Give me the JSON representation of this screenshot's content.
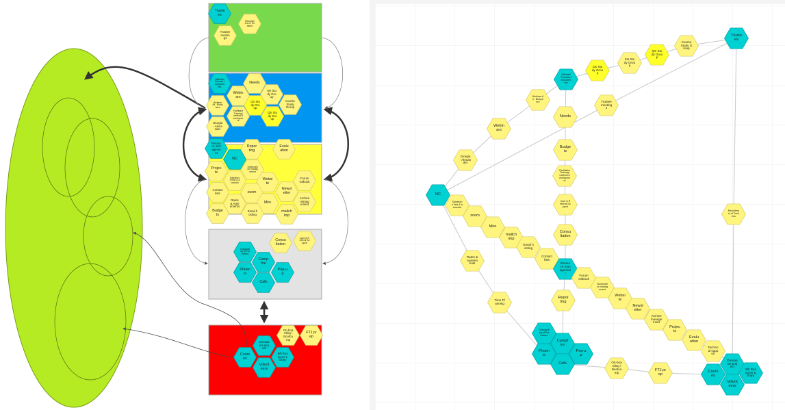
{
  "colors": {
    "teal": "#00d1d3",
    "yellow": "#fff57e",
    "bright": "#ffff2a",
    "green_zone": "#77d94b",
    "blue_zone": "#0095f0",
    "yellow_zone": "#ffff3c",
    "gray_zone": "#e3e3e3",
    "red_zone": "#ff0000",
    "ellipse": "#b5eb23"
  },
  "hexes": {
    "trustees": {
      "label": "Trustees",
      "color": "teal"
    },
    "recruit": {
      "label": "Recruitment of Trustees",
      "color": "yellow"
    },
    "tmeet": {
      "label": "Trustee meetings",
      "color": "yellow"
    },
    "webproc": {
      "label": "Website/ Process Improvement",
      "color": "teal"
    },
    "needs": {
      "label": "Needs",
      "color": "yellow"
    },
    "webinars": {
      "label": "Webinars",
      "color": "yellow"
    },
    "sh": {
      "label": "SH Study Group",
      "color": "yellow"
    },
    "weball": {
      "label": "Webinar All : Biosphere",
      "color": "yellow"
    },
    "ce": {
      "label": "CE Study Group",
      "color": "bright"
    },
    "course": {
      "label": "Course Study Group",
      "color": "yellow"
    },
    "facil": {
      "label": "Facilitator Training/ method development",
      "color": "yellow"
    },
    "qs": {
      "label": "QS Study Group",
      "color": "bright"
    },
    "giorgia": {
      "label": "Giorgia - Alexander",
      "color": "yellow"
    },
    "resmgmt": {
      "label": "Resource management",
      "color": "teal"
    },
    "reporting": {
      "label": "Reporting",
      "color": "yellow"
    },
    "evaluation": {
      "label": "Evaluation",
      "color": "yellow"
    },
    "nc": {
      "label": "NC",
      "color": "teal"
    },
    "subs": {
      "label": "Subscription management",
      "color": "yellow"
    },
    "projects": {
      "label": "Projects",
      "color": "yellow"
    },
    "sflists": {
      "label": "Salesforce lists & accounts",
      "color": "yellow"
    },
    "website": {
      "label": "Website",
      "color": "yellow"
    },
    "forum": {
      "label": "Forum Gitbook",
      "color": "yellow"
    },
    "contact": {
      "label": "Contact lists",
      "color": "yellow"
    },
    "zoom": {
      "label": "zoom",
      "color": "yellow"
    },
    "newsletter": {
      "label": "Newsletter",
      "color": "yellow"
    },
    "archive": {
      "label": "Archive management",
      "color": "yellow"
    },
    "rates": {
      "label": "Rates & Agreements",
      "color": "yellow"
    },
    "miro": {
      "label": "Miro",
      "color": "yellow"
    },
    "budgets": {
      "label": "Budgets",
      "color": "yellow"
    },
    "email": {
      "label": "Email hosting",
      "color": "yellow"
    },
    "mailchimp": {
      "label": "mailchimp",
      "color": "yellow"
    },
    "onbprom": {
      "label": "Onboarding of Promoters",
      "color": "teal"
    },
    "consult": {
      "label": "Consultation",
      "color": "yellow"
    },
    "care": {
      "label": "Care & Referral Support",
      "color": "yellow"
    },
    "campfire": {
      "label": "Campfire",
      "color": "teal"
    },
    "phoenix": {
      "label": "Phoenix",
      "color": "teal"
    },
    "popup": {
      "label": "Pop-up",
      "color": "teal"
    },
    "cafe": {
      "label": "Cafe",
      "color": "teal"
    },
    "onbboot": {
      "label": "On-boarding / Bootcamp",
      "color": "yellow"
    },
    "ftj": {
      "label": "FTJ prep",
      "color": "yellow"
    },
    "doncaster": {
      "label": "Doncaster project",
      "color": "teal"
    },
    "courses": {
      "label": "Courses",
      "color": "teal"
    },
    "bill": {
      "label": "Bill Resource Library",
      "color": "teal"
    },
    "volunteers": {
      "label": "Volunteers",
      "color": "teal"
    },
    "timeplan": {
      "label": "Time Planning",
      "color": "yellow"
    },
    "techsup": {
      "label": "Technical support",
      "color": "yellow"
    }
  }
}
